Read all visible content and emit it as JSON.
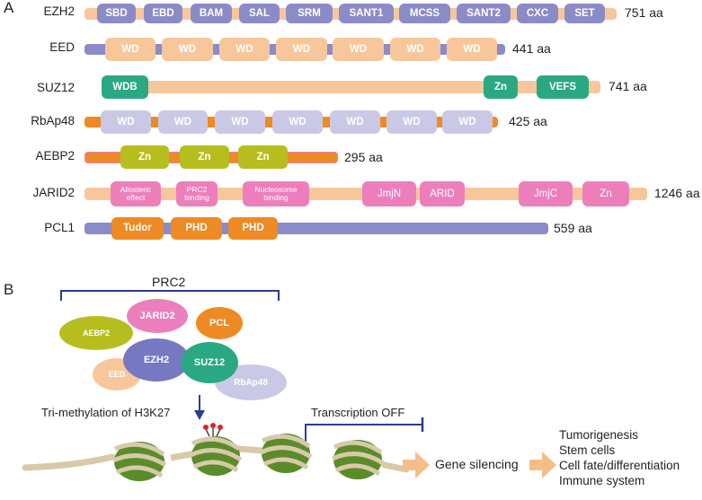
{
  "panels": {
    "a": "A",
    "b": "B"
  },
  "colors": {
    "lavender": "#8b8bc8",
    "peach": "#f7c79b",
    "teal": "#2aa884",
    "orange": "#ee8a24",
    "olive": "#b5be1e",
    "pink": "#ec7fbb",
    "lightlav": "#c9c9e6",
    "ezh2blob": "#7678c2",
    "bracket": "#2b3d8f",
    "arrow": "#f5bd8a",
    "nucleosome": "#5a8c2b",
    "histone": "#d8c9a8",
    "mark": "#d8262b"
  },
  "proteins": [
    {
      "name": "EZH2",
      "length": "751 aa",
      "domains": [
        "SBD",
        "EBD",
        "BAM",
        "SAL",
        "SRM",
        "SANT1",
        "MCSS",
        "SANT2",
        "CXC",
        "SET"
      ]
    },
    {
      "name": "EED",
      "length": "441 aa",
      "domains": [
        "WD",
        "WD",
        "WD",
        "WD",
        "WD",
        "WD",
        "WD"
      ]
    },
    {
      "name": "SUZ12",
      "length": "741 aa",
      "domains": [
        "WDB",
        "Zn",
        "VEFS"
      ]
    },
    {
      "name": "RbAp48",
      "length": "425 aa",
      "domains": [
        "WD",
        "WD",
        "WD",
        "WD",
        "WD",
        "WD",
        "WD"
      ]
    },
    {
      "name": "AEBP2",
      "length": "295 aa",
      "domains": [
        "Zn",
        "Zn",
        "Zn"
      ]
    },
    {
      "name": "JARID2",
      "length": "1246 aa",
      "domains": [
        "Allosteric effect",
        "PRC2 binding",
        "Nucleosome binding",
        "JmjN",
        "ARID",
        "JmjC",
        "Zn"
      ]
    },
    {
      "name": "PCL1",
      "length": "559 aa",
      "domains": [
        "Tudor",
        "PHD",
        "PHD"
      ]
    }
  ],
  "panel_b": {
    "prc2_label": "PRC2",
    "subunits": {
      "aebp2": "AEBP2",
      "jarid2": "JARID2",
      "pcl": "PCL",
      "ezh2": "EZH2",
      "suz12": "SUZ12",
      "eed": "EED",
      "rbap48": "RbAp48"
    },
    "trimethylation": "Tri-methylation of H3K27",
    "transcription_off": "Transcription OFF",
    "gene_silencing": "Gene silencing",
    "outcomes": [
      "Tumorigenesis",
      "Stem cells",
      "Cell fate/differentiation",
      "Immune system"
    ]
  }
}
